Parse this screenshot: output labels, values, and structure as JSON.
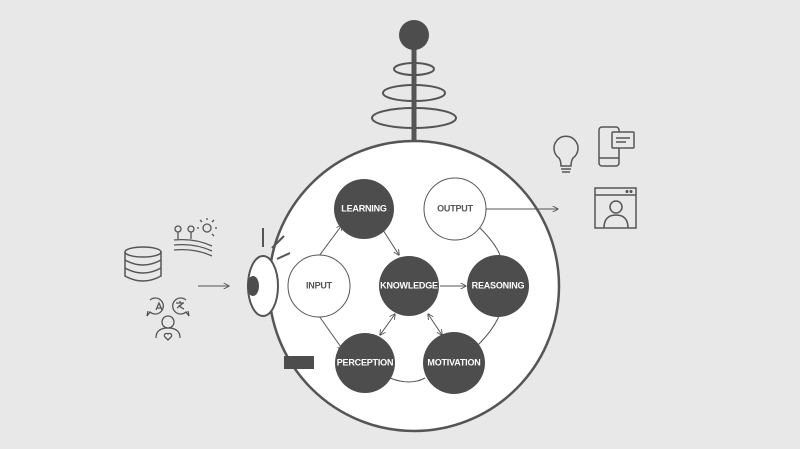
{
  "nodes": {
    "learning": {
      "label": "LEARNING",
      "style": "dark"
    },
    "output": {
      "label": "OUTPUT",
      "style": "light"
    },
    "input": {
      "label": "INPUT",
      "style": "light"
    },
    "knowledge": {
      "label": "KNOWLEDGE",
      "style": "dark"
    },
    "reasoning": {
      "label": "REASONING",
      "style": "dark"
    },
    "perception": {
      "label": "PERCEPTION",
      "style": "dark"
    },
    "motivation": {
      "label": "MOTIVATION",
      "style": "dark"
    }
  },
  "input_icons": [
    "database-icon",
    "sensor-weather-icon",
    "language-person-icon"
  ],
  "output_icons": [
    "lightbulb-icon",
    "chat-phone-icon",
    "user-window-icon"
  ],
  "colors": {
    "background": "#e8e8e8",
    "stroke": "#555555",
    "dark_fill": "#4d4d4d",
    "light_fill": "#ffffff"
  }
}
